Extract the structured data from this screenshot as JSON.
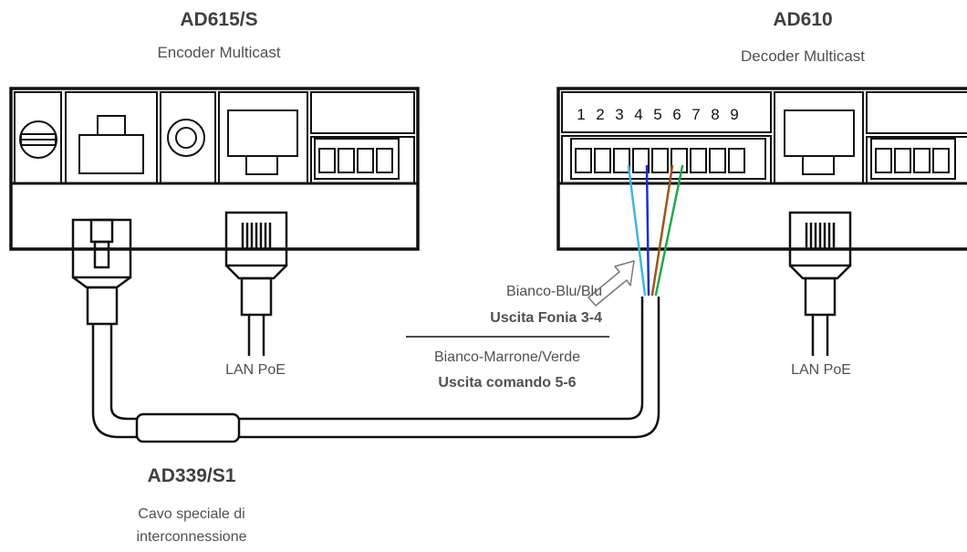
{
  "encoder": {
    "model": "AD615/S",
    "description": "Encoder Multicast",
    "lan_label": "LAN PoE"
  },
  "decoder": {
    "model": "AD610",
    "description": "Decoder Multicast",
    "lan_label": "LAN PoE",
    "terminal_numbers": [
      "1",
      "2",
      "3",
      "4",
      "5",
      "6",
      "7",
      "8",
      "9"
    ]
  },
  "cable": {
    "model": "AD339/S1",
    "description_line1": "Cavo speciale di",
    "description_line2": "interconnessione"
  },
  "wiring": {
    "audio_colors": "Bianco-Blu/Blu",
    "audio_output": "Uscita Fonia 3-4",
    "command_colors": "Bianco-Marrone/Verde",
    "command_output": "Uscita comando 5-6"
  },
  "wire_colors": {
    "white_blue": "#3fb6e6",
    "blue": "#1a2fd0",
    "brown": "#a0541a",
    "green": "#1fa84a"
  }
}
